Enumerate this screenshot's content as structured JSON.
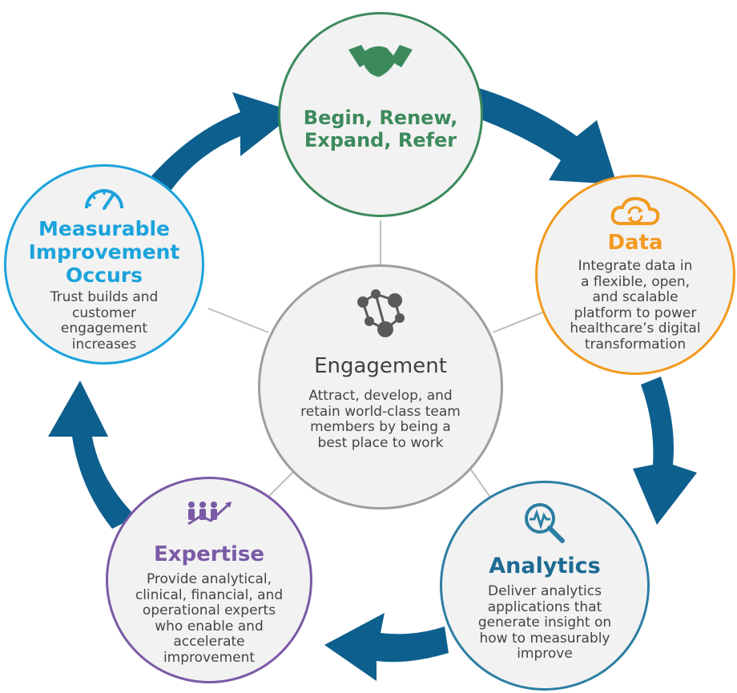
{
  "colors": {
    "arrow": "#0d5f8e",
    "spoke": "#bdbdbd",
    "node_fill": "#f2f2f2",
    "center": "#9e9e9e",
    "begin": "#3c8a5c",
    "data": "#f29a1f",
    "analytics": "#2d7ea3",
    "expertise": "#7b5aa6",
    "measurable": "#1ba3dc"
  },
  "center": {
    "icon": "network-people-icon",
    "title": "Engagement",
    "text": [
      "Attract, develop, and",
      "retain world-class team",
      "members by being a",
      "best place to work"
    ]
  },
  "begin": {
    "icon": "handshake-icon",
    "title": [
      "Begin, Renew,",
      "Expand, Refer"
    ]
  },
  "data": {
    "icon": "cloud-sync-icon",
    "title": "Data",
    "text": [
      "Integrate data in",
      "a flexible, open,",
      "and scalable",
      "platform to power",
      "healthcare’s digital",
      "transformation"
    ]
  },
  "analytics": {
    "icon": "magnifier-pulse-icon",
    "title": "Analytics",
    "text": [
      "Deliver analytics",
      "applications that",
      "generate insight on",
      "how to measurably",
      "improve"
    ]
  },
  "expertise": {
    "icon": "team-growth-icon",
    "title": "Expertise",
    "text": [
      "Provide analytical,",
      "clinical, financial, and",
      "operational experts",
      "who enable and",
      "accelerate",
      "improvement"
    ]
  },
  "measurable": {
    "icon": "speedometer-icon",
    "title": [
      "Measurable",
      "Improvement",
      "Occurs"
    ],
    "text": [
      "Trust builds and",
      "customer",
      "engagement",
      "increases"
    ]
  }
}
